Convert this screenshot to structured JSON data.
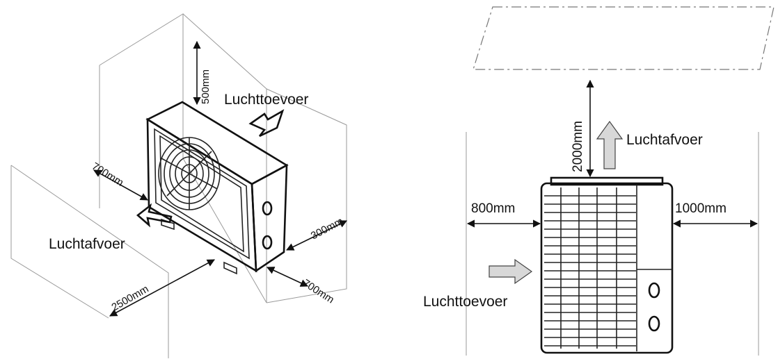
{
  "left_diagram": {
    "labels": {
      "air_intake": "Luchttoevoer",
      "air_exhaust": "Luchtafvoer"
    },
    "dimensions": {
      "top": "500mm",
      "left": "700mm",
      "right": "300mm",
      "bottom_right": "700mm",
      "front": "2500mm"
    }
  },
  "right_diagram": {
    "labels": {
      "air_exhaust": "Luchtafvoer",
      "air_intake": "Luchttoevoer"
    },
    "dimensions": {
      "top": "2000mm",
      "left": "800mm",
      "right": "1000mm"
    }
  }
}
